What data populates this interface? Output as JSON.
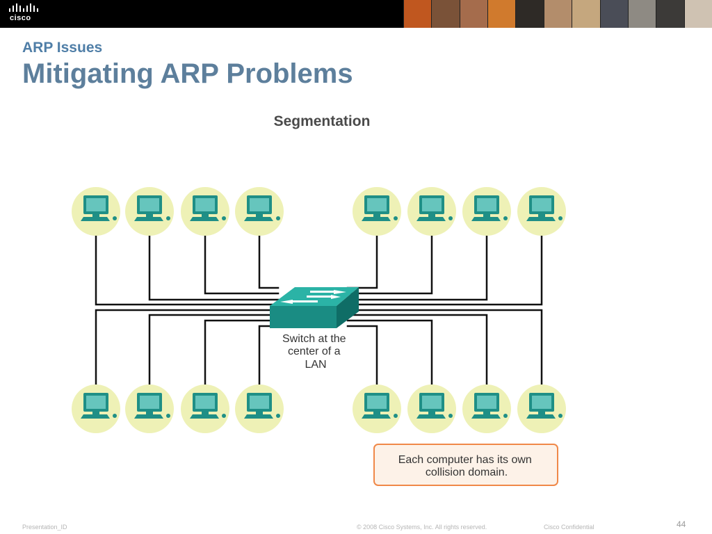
{
  "header": {
    "logo_text": "cisco",
    "photo_colors": [
      "#c0571f",
      "#7a5238",
      "#a56c4c",
      "#d07a2d",
      "#2e2a26",
      "#b38d6b",
      "#c5a77e",
      "#4a4d57",
      "#8e8a83",
      "#3c3a38",
      "#cfc2b2"
    ]
  },
  "slide": {
    "subtitle": "ARP Issues",
    "title": "Mitigating ARP Problems"
  },
  "diagram": {
    "heading": "Segmentation",
    "switch_label": [
      "Switch at the",
      "center of a",
      "LAN"
    ],
    "callout": [
      "Each computer has its own",
      "collision domain."
    ],
    "node_count_top": 8,
    "node_count_bottom": 8,
    "colors": {
      "node_circle": "#eef1b6",
      "monitor": "#1f8f86",
      "monitor_screen": "#66c5bd",
      "switch_top": "#2bb3a6",
      "switch_front": "#1a8c83",
      "switch_side": "#0f6d66",
      "callout_border": "#f08848",
      "callout_fill": "#fdf2e8",
      "line": "#111111"
    }
  },
  "footer": {
    "presentation_id": "Presentation_ID",
    "copyright": "© 2008 Cisco Systems, Inc. All rights reserved.",
    "confidential": "Cisco Confidential",
    "page_number": "44"
  }
}
